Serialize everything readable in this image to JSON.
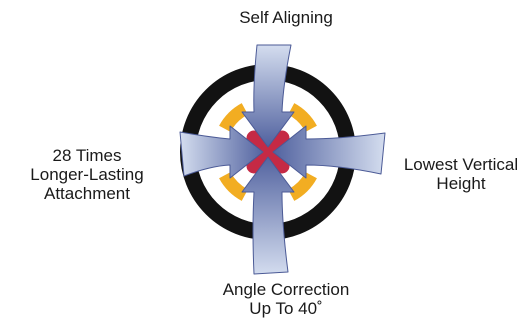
{
  "labels": {
    "top": [
      "Self Aligning"
    ],
    "left": [
      "28 Times",
      "Longer-Lasting",
      "Attachment"
    ],
    "right": [
      "Lowest Vertical",
      "Height"
    ],
    "bottom": [
      "Angle Correction",
      "Up To 40˚"
    ]
  },
  "colors": {
    "ring": "#121212",
    "yellow": "#f2ad22",
    "center_x": "#c52a45",
    "arrow_light": "#d4ddef",
    "arrow_dark": "#4c5d9c",
    "arrow_edge": "#4b5a96"
  },
  "icons": {
    "ring": "black-ring",
    "segments": "yellow-arc-segments",
    "center": "red-x-mark",
    "arrows": "inward-curved-arrows"
  }
}
